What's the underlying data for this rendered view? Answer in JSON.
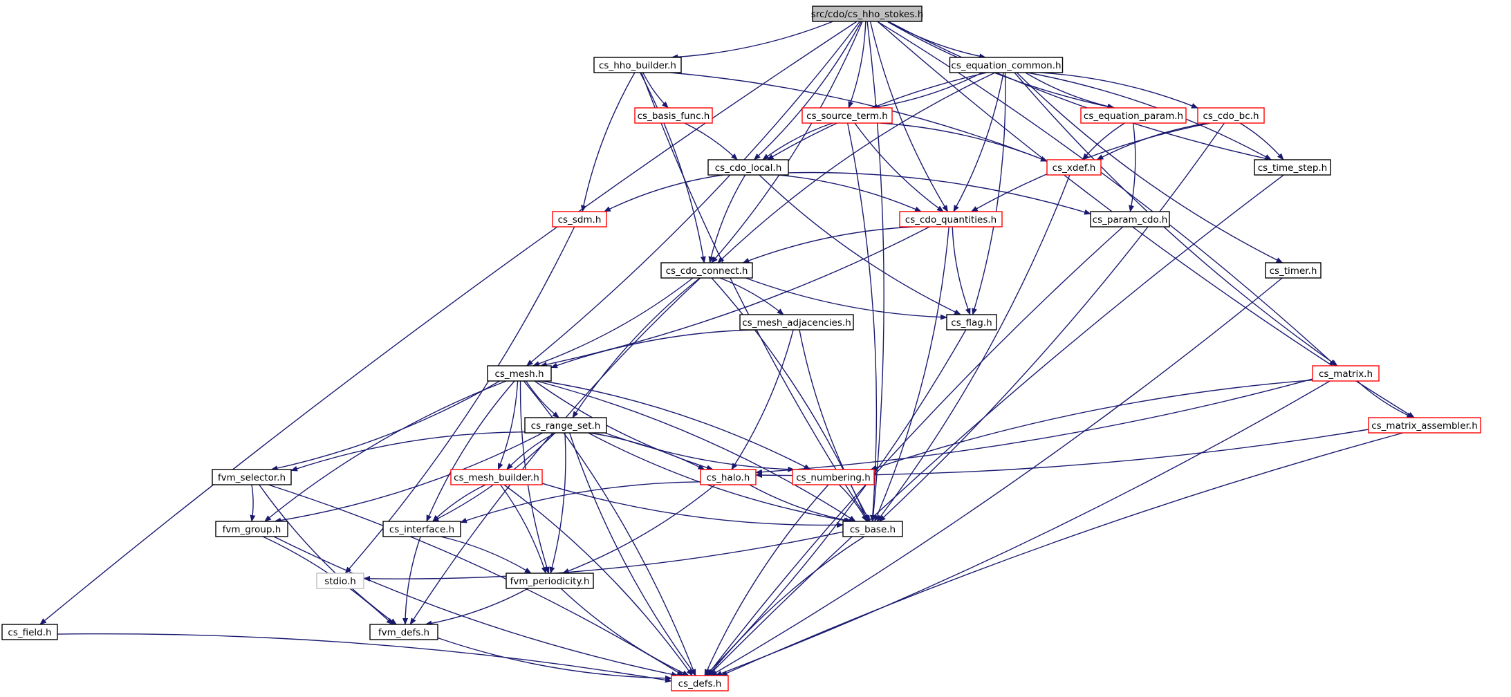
{
  "colors": {
    "edge": "#191970",
    "border_black": "#000000",
    "border_red": "#ff0000",
    "border_gray": "#bfbfbf",
    "root_fill": "#bfbfbf",
    "node_fill": "#ffffff"
  },
  "nodes": [
    {
      "id": "root",
      "label": "src/cdo/cs_hho_stokes.h",
      "style": "root"
    },
    {
      "id": "hho_builder",
      "label": "cs_hho_builder.h",
      "style": "black"
    },
    {
      "id": "equation_common",
      "label": "cs_equation_common.h",
      "style": "black"
    },
    {
      "id": "basis_func",
      "label": "cs_basis_func.h",
      "style": "red"
    },
    {
      "id": "source_term",
      "label": "cs_source_term.h",
      "style": "red"
    },
    {
      "id": "equation_param",
      "label": "cs_equation_param.h",
      "style": "red"
    },
    {
      "id": "cdo_bc",
      "label": "cs_cdo_bc.h",
      "style": "red"
    },
    {
      "id": "cdo_local",
      "label": "cs_cdo_local.h",
      "style": "black"
    },
    {
      "id": "xdef",
      "label": "cs_xdef.h",
      "style": "red"
    },
    {
      "id": "time_step",
      "label": "cs_time_step.h",
      "style": "black"
    },
    {
      "id": "sdm",
      "label": "cs_sdm.h",
      "style": "red"
    },
    {
      "id": "cdo_quantities",
      "label": "cs_cdo_quantities.h",
      "style": "red"
    },
    {
      "id": "param_cdo",
      "label": "cs_param_cdo.h",
      "style": "black"
    },
    {
      "id": "cdo_connect",
      "label": "cs_cdo_connect.h",
      "style": "black"
    },
    {
      "id": "timer",
      "label": "cs_timer.h",
      "style": "black"
    },
    {
      "id": "mesh_adjacencies",
      "label": "cs_mesh_adjacencies.h",
      "style": "black"
    },
    {
      "id": "flag",
      "label": "cs_flag.h",
      "style": "black"
    },
    {
      "id": "mesh",
      "label": "cs_mesh.h",
      "style": "black"
    },
    {
      "id": "matrix",
      "label": "cs_matrix.h",
      "style": "red"
    },
    {
      "id": "range_set",
      "label": "cs_range_set.h",
      "style": "black"
    },
    {
      "id": "matrix_assembler",
      "label": "cs_matrix_assembler.h",
      "style": "red"
    },
    {
      "id": "fvm_selector",
      "label": "fvm_selector.h",
      "style": "black"
    },
    {
      "id": "mesh_builder",
      "label": "cs_mesh_builder.h",
      "style": "red"
    },
    {
      "id": "halo",
      "label": "cs_halo.h",
      "style": "red"
    },
    {
      "id": "numbering",
      "label": "cs_numbering.h",
      "style": "red"
    },
    {
      "id": "fvm_group",
      "label": "fvm_group.h",
      "style": "black"
    },
    {
      "id": "interface",
      "label": "cs_interface.h",
      "style": "black"
    },
    {
      "id": "base",
      "label": "cs_base.h",
      "style": "black"
    },
    {
      "id": "stdio",
      "label": "stdio.h",
      "style": "gray"
    },
    {
      "id": "fvm_periodicity",
      "label": "fvm_periodicity.h",
      "style": "black"
    },
    {
      "id": "field",
      "label": "cs_field.h",
      "style": "black"
    },
    {
      "id": "fvm_defs",
      "label": "fvm_defs.h",
      "style": "black"
    },
    {
      "id": "defs",
      "label": "cs_defs.h",
      "style": "red"
    }
  ],
  "edges": [
    [
      "root",
      "hho_builder"
    ],
    [
      "root",
      "equation_common"
    ],
    [
      "root",
      "source_term"
    ],
    [
      "root",
      "equation_param"
    ],
    [
      "root",
      "cdo_local"
    ],
    [
      "root",
      "cdo_quantities"
    ],
    [
      "root",
      "cdo_connect"
    ],
    [
      "root",
      "time_step"
    ],
    [
      "root",
      "matrix"
    ],
    [
      "root",
      "matrix_assembler"
    ],
    [
      "root",
      "mesh"
    ],
    [
      "root",
      "field"
    ],
    [
      "root",
      "base"
    ],
    [
      "hho_builder",
      "basis_func"
    ],
    [
      "hho_builder",
      "xdef"
    ],
    [
      "hho_builder",
      "sdm"
    ],
    [
      "hho_builder",
      "cdo_connect"
    ],
    [
      "hho_builder",
      "base"
    ],
    [
      "equation_common",
      "source_term"
    ],
    [
      "equation_common",
      "equation_param"
    ],
    [
      "equation_common",
      "cdo_bc"
    ],
    [
      "equation_common",
      "cdo_local"
    ],
    [
      "equation_common",
      "cdo_quantities"
    ],
    [
      "equation_common",
      "cdo_connect"
    ],
    [
      "equation_common",
      "time_step"
    ],
    [
      "equation_common",
      "timer"
    ],
    [
      "equation_common",
      "flag"
    ],
    [
      "equation_common",
      "matrix"
    ],
    [
      "basis_func",
      "cdo_local"
    ],
    [
      "source_term",
      "cdo_local"
    ],
    [
      "source_term",
      "xdef"
    ],
    [
      "source_term",
      "cdo_quantities"
    ],
    [
      "source_term",
      "base"
    ],
    [
      "equation_param",
      "xdef"
    ],
    [
      "equation_param",
      "param_cdo"
    ],
    [
      "cdo_bc",
      "xdef"
    ],
    [
      "cdo_bc",
      "time_step"
    ],
    [
      "cdo_bc",
      "cdo_quantities"
    ],
    [
      "cdo_bc",
      "base"
    ],
    [
      "cdo_local",
      "sdm"
    ],
    [
      "cdo_local",
      "cdo_quantities"
    ],
    [
      "cdo_local",
      "cdo_connect"
    ],
    [
      "cdo_local",
      "param_cdo"
    ],
    [
      "cdo_local",
      "flag"
    ],
    [
      "xdef",
      "base"
    ],
    [
      "time_step",
      "defs"
    ],
    [
      "sdm",
      "stdio"
    ],
    [
      "cdo_quantities",
      "cdo_connect"
    ],
    [
      "cdo_quantities",
      "mesh"
    ],
    [
      "cdo_quantities",
      "flag"
    ],
    [
      "cdo_quantities",
      "base"
    ],
    [
      "param_cdo",
      "defs"
    ],
    [
      "cdo_connect",
      "mesh_adjacencies"
    ],
    [
      "cdo_connect",
      "flag"
    ],
    [
      "cdo_connect",
      "mesh"
    ],
    [
      "cdo_connect",
      "range_set"
    ],
    [
      "cdo_connect",
      "base"
    ],
    [
      "cdo_connect",
      "fvm_defs"
    ],
    [
      "timer",
      "defs"
    ],
    [
      "mesh_adjacencies",
      "mesh"
    ],
    [
      "mesh_adjacencies",
      "halo"
    ],
    [
      "mesh_adjacencies",
      "base"
    ],
    [
      "flag",
      "defs"
    ],
    [
      "mesh",
      "range_set"
    ],
    [
      "mesh",
      "fvm_selector"
    ],
    [
      "mesh",
      "fvm_group"
    ],
    [
      "mesh",
      "mesh_builder"
    ],
    [
      "mesh",
      "halo"
    ],
    [
      "mesh",
      "numbering"
    ],
    [
      "mesh",
      "interface"
    ],
    [
      "mesh",
      "base"
    ],
    [
      "mesh",
      "fvm_periodicity"
    ],
    [
      "mesh",
      "defs"
    ],
    [
      "matrix",
      "matrix_assembler"
    ],
    [
      "matrix",
      "halo"
    ],
    [
      "matrix",
      "numbering"
    ],
    [
      "matrix",
      "defs"
    ],
    [
      "range_set",
      "fvm_selector"
    ],
    [
      "range_set",
      "fvm_group"
    ],
    [
      "range_set",
      "mesh_builder"
    ],
    [
      "range_set",
      "halo"
    ],
    [
      "range_set",
      "numbering"
    ],
    [
      "range_set",
      "interface"
    ],
    [
      "range_set",
      "base"
    ],
    [
      "range_set",
      "fvm_periodicity"
    ],
    [
      "range_set",
      "defs"
    ],
    [
      "matrix_assembler",
      "halo"
    ],
    [
      "matrix_assembler",
      "defs"
    ],
    [
      "fvm_selector",
      "fvm_group"
    ],
    [
      "fvm_selector",
      "fvm_defs"
    ],
    [
      "fvm_selector",
      "defs"
    ],
    [
      "mesh_builder",
      "interface"
    ],
    [
      "mesh_builder",
      "fvm_periodicity"
    ],
    [
      "mesh_builder",
      "base"
    ],
    [
      "mesh_builder",
      "defs"
    ],
    [
      "halo",
      "interface"
    ],
    [
      "halo",
      "fvm_periodicity"
    ],
    [
      "halo",
      "base"
    ],
    [
      "numbering",
      "base"
    ],
    [
      "numbering",
      "defs"
    ],
    [
      "fvm_group",
      "fvm_defs"
    ],
    [
      "fvm_group",
      "defs"
    ],
    [
      "interface",
      "fvm_periodicity"
    ],
    [
      "interface",
      "fvm_defs"
    ],
    [
      "base",
      "stdio"
    ],
    [
      "base",
      "defs"
    ],
    [
      "fvm_periodicity",
      "fvm_defs"
    ],
    [
      "fvm_periodicity",
      "defs"
    ],
    [
      "field",
      "defs"
    ],
    [
      "fvm_defs",
      "defs"
    ]
  ]
}
